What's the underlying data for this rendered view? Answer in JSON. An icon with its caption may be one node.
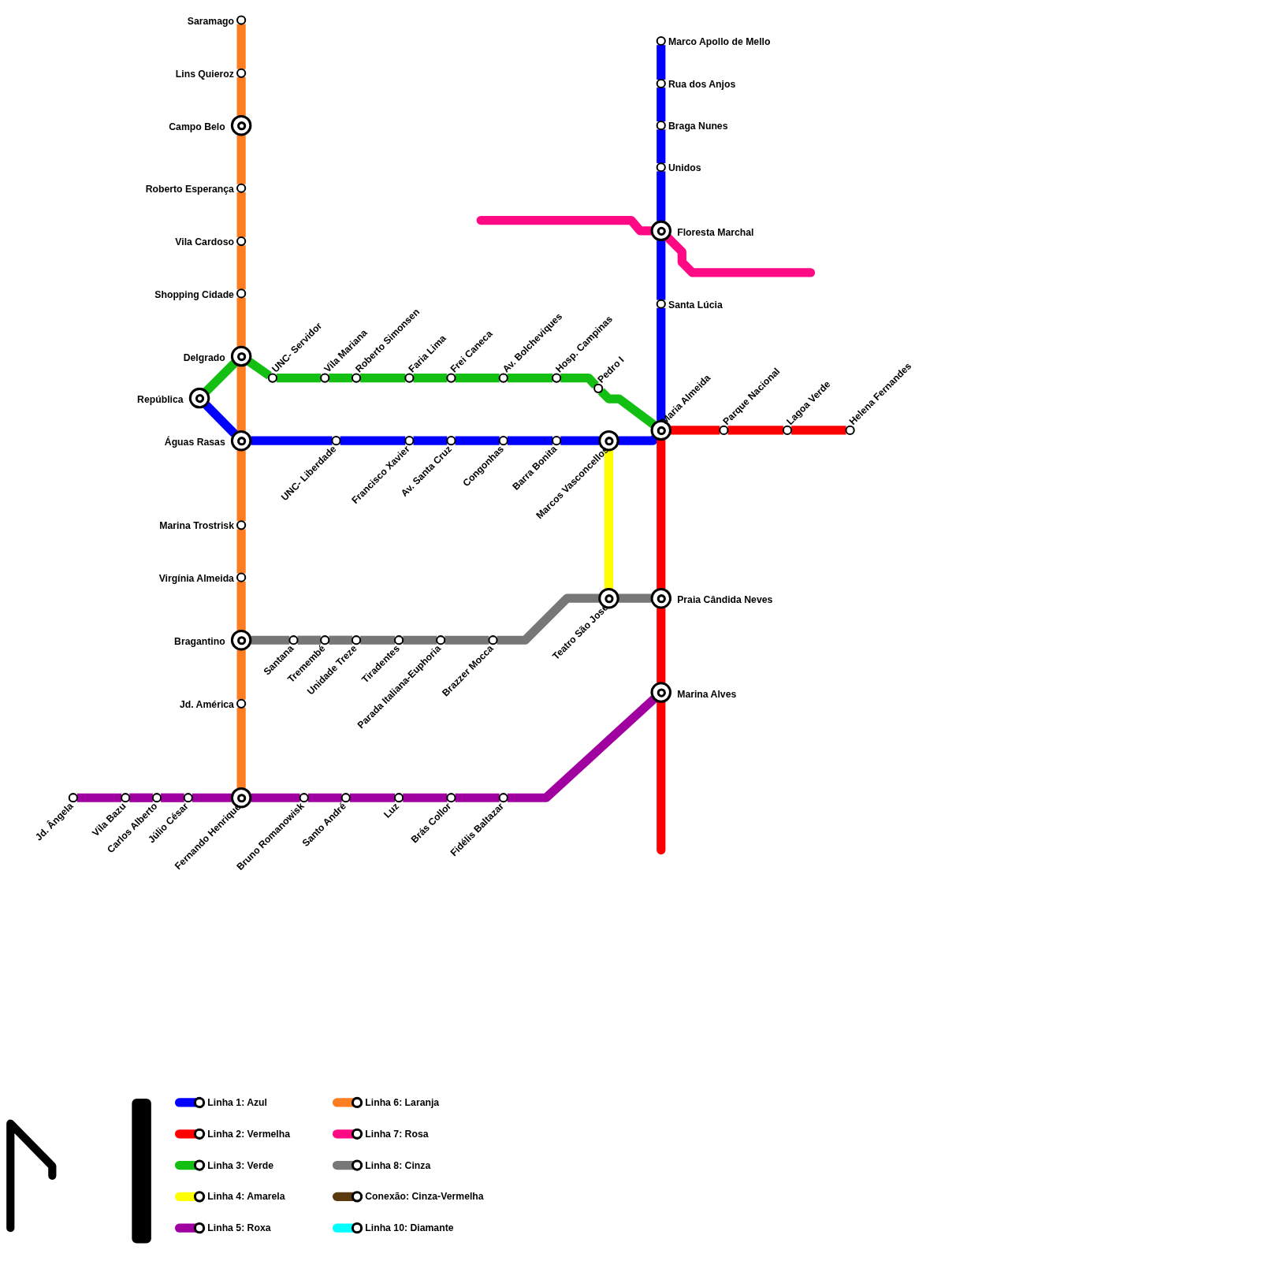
{
  "diagram": {
    "nodes": [
      {
        "text": [
          "Saramago"
        ]
      },
      {
        "text": [
          "Lins Quieroz"
        ]
      },
      {
        "text": [
          "Campo Belo"
        ]
      },
      {
        "text": [
          "Roberto Esperança"
        ]
      },
      {
        "text": [
          "Vila Cardoso"
        ]
      },
      {
        "text": [
          "Shopping Cidade"
        ]
      },
      {
        "text": [
          "Delgrado"
        ]
      },
      {
        "text": [
          "Águas Rasas"
        ]
      },
      {
        "text": [
          "Marina Trostrisk"
        ]
      },
      {
        "text": [
          "Virgínia Almeida"
        ]
      },
      {
        "text": [
          "Bragantino"
        ]
      },
      {
        "text": [
          "Jd. América"
        ]
      },
      {
        "text": [
          "Fernando Henrique"
        ]
      },
      {
        "text": [
          "República"
        ]
      },
      {
        "text": [
          "UNC- Servidor"
        ]
      },
      {
        "text": [
          "Vila Mariana"
        ]
      },
      {
        "text": [
          "Roberto Simonsen"
        ]
      },
      {
        "text": [
          "Faria Lima"
        ]
      },
      {
        "text": [
          "Frei Caneca"
        ]
      },
      {
        "text": [
          "Av. Bolcheviques"
        ]
      },
      {
        "text": [
          "Hosp. Campinas"
        ]
      },
      {
        "text": [
          "Pedro I"
        ]
      },
      {
        "text": [
          "Maria Almeida"
        ]
      },
      {
        "text": [
          "UNC- Liberdade"
        ]
      },
      {
        "text": [
          "Francisco Xavier"
        ]
      },
      {
        "text": [
          "Av. Santa Cruz"
        ]
      },
      {
        "text": [
          "Congonhas"
        ]
      },
      {
        "text": [
          "Barra Bonita"
        ]
      },
      {
        "text": [
          "Marcos Vasconcellos"
        ]
      },
      {
        "text": [
          "Santa Lúcia"
        ]
      },
      {
        "text": [
          "Floresta Marchal"
        ]
      },
      {
        "text": [
          "Unidos"
        ]
      },
      {
        "text": [
          "Braga Nunes"
        ]
      },
      {
        "text": [
          "Rua dos Anjos"
        ]
      },
      {
        "text": [
          "Marco Apollo de Mello"
        ]
      },
      {
        "text": [
          "Parque Nacional"
        ]
      },
      {
        "text": [
          "Lagoa Verde"
        ]
      },
      {
        "text": [
          "Helena Fernandes"
        ]
      },
      {
        "text": [
          "Praia Cândida Neves"
        ]
      },
      {
        "text": [
          "Marina Alves"
        ]
      },
      {
        "text": [
          "Santana"
        ]
      },
      {
        "text": [
          "Tremembé"
        ]
      },
      {
        "text": [
          "Unidade Treze"
        ]
      },
      {
        "text": [
          "Tiradentes"
        ]
      },
      {
        "text": [
          "Parada Italiana-Euphoria"
        ]
      },
      {
        "text": [
          "Brazzer Mocca"
        ]
      },
      {
        "text": [
          "Teatro São José"
        ]
      },
      {
        "text": [
          "Jd. Ângela"
        ]
      },
      {
        "text": [
          "Vila Bazu"
        ]
      },
      {
        "text": [
          "Carlos Alberto"
        ]
      },
      {
        "text": [
          "Júlio César"
        ]
      },
      {
        "text": [
          "Bruno Romanowisk"
        ]
      },
      {
        "text": [
          "Santo André"
        ]
      },
      {
        "text": [
          "Luz"
        ]
      },
      {
        "text": [
          "Brás Collor"
        ]
      },
      {
        "text": [
          "Fidélis Baltazar"
        ]
      }
    ],
    "edges": [
      {
        "from": 0,
        "to": 1,
        "arrow": "none",
        "color": "#fd7e22"
      },
      {
        "from": 1,
        "to": 2,
        "arrow": "none",
        "color": "#fd7e22"
      },
      {
        "from": 2,
        "to": 3,
        "arrow": "none",
        "color": "#fd7e22"
      },
      {
        "from": 3,
        "to": 4,
        "arrow": "none",
        "color": "#fd7e22"
      },
      {
        "from": 4,
        "to": 5,
        "arrow": "none",
        "color": "#fd7e22"
      },
      {
        "from": 5,
        "to": 6,
        "arrow": "none",
        "color": "#fd7e22"
      },
      {
        "from": 6,
        "to": 7,
        "arrow": "none",
        "color": "#fd7e22"
      },
      {
        "from": 7,
        "to": 8,
        "arrow": "none",
        "color": "#fd7e22"
      },
      {
        "from": 8,
        "to": 9,
        "arrow": "none",
        "color": "#fd7e22"
      },
      {
        "from": 9,
        "to": 10,
        "arrow": "none",
        "color": "#fd7e22"
      },
      {
        "from": 10,
        "to": 11,
        "arrow": "none",
        "color": "#fd7e22"
      },
      {
        "from": 11,
        "to": 12,
        "arrow": "none",
        "color": "#fd7e22"
      },
      {
        "from": 13,
        "to": 6,
        "arrow": "none",
        "color": "#12bf12"
      },
      {
        "from": 6,
        "to": 14,
        "arrow": "none",
        "color": "#12bf12"
      },
      {
        "from": 14,
        "to": 15,
        "arrow": "none",
        "color": "#12bf12"
      },
      {
        "from": 15,
        "to": 16,
        "arrow": "none",
        "color": "#12bf12"
      },
      {
        "from": 16,
        "to": 17,
        "arrow": "none",
        "color": "#12bf12"
      },
      {
        "from": 17,
        "to": 18,
        "arrow": "none",
        "color": "#12bf12"
      },
      {
        "from": 18,
        "to": 19,
        "arrow": "none",
        "color": "#12bf12"
      },
      {
        "from": 19,
        "to": 20,
        "arrow": "none",
        "color": "#12bf12"
      },
      {
        "from": 20,
        "to": 21,
        "arrow": "none",
        "color": "#12bf12"
      },
      {
        "from": 21,
        "to": 22,
        "arrow": "none",
        "color": "#12bf12"
      },
      {
        "from": 13,
        "to": 7,
        "arrow": "none",
        "color": "#0000ff"
      },
      {
        "from": 7,
        "to": 23,
        "arrow": "none",
        "color": "#0000ff"
      },
      {
        "from": 23,
        "to": 24,
        "arrow": "none",
        "color": "#0000ff"
      },
      {
        "from": 24,
        "to": 25,
        "arrow": "none",
        "color": "#0000ff"
      },
      {
        "from": 25,
        "to": 26,
        "arrow": "none",
        "color": "#0000ff"
      },
      {
        "from": 26,
        "to": 27,
        "arrow": "none",
        "color": "#0000ff"
      },
      {
        "from": 27,
        "to": 28,
        "arrow": "none",
        "color": "#0000ff"
      },
      {
        "from": 28,
        "to": 22,
        "arrow": "none",
        "color": "#0000ff"
      },
      {
        "from": 22,
        "to": 29,
        "arrow": "none",
        "color": "#0000ff"
      },
      {
        "from": 29,
        "to": 30,
        "arrow": "none",
        "color": "#0000ff"
      },
      {
        "from": 30,
        "to": 31,
        "arrow": "none",
        "color": "#0000ff"
      },
      {
        "from": 31,
        "to": 32,
        "arrow": "none",
        "color": "#0000ff"
      },
      {
        "from": 32,
        "to": 33,
        "arrow": "none",
        "color": "#0000ff"
      },
      {
        "from": 33,
        "to": 34,
        "arrow": "none",
        "color": "#0000ff"
      },
      {
        "from": 22,
        "to": 35,
        "arrow": "none",
        "color": "#ff0000"
      },
      {
        "from": 35,
        "to": 36,
        "arrow": "none",
        "color": "#ff0000"
      },
      {
        "from": 36,
        "to": 37,
        "arrow": "none",
        "color": "#ff0000"
      },
      {
        "from": 22,
        "to": 38,
        "arrow": "none",
        "color": "#ff0000"
      },
      {
        "from": 38,
        "to": 39,
        "arrow": "none",
        "color": "#ff0000"
      },
      {
        "from": 39,
        "to": null,
        "arrow": "none",
        "color": "#ff0000"
      },
      {
        "from": 28,
        "to": 46,
        "arrow": "none",
        "color": "#ffff00"
      },
      {
        "from": 10,
        "to": 40,
        "arrow": "none",
        "color": "#777777"
      },
      {
        "from": 40,
        "to": 41,
        "arrow": "none",
        "color": "#777777"
      },
      {
        "from": 41,
        "to": 42,
        "arrow": "none",
        "color": "#777777"
      },
      {
        "from": 42,
        "to": 43,
        "arrow": "none",
        "color": "#777777"
      },
      {
        "from": 43,
        "to": 44,
        "arrow": "none",
        "color": "#777777"
      },
      {
        "from": 44,
        "to": 45,
        "arrow": "none",
        "color": "#777777"
      },
      {
        "from": 45,
        "to": 46,
        "arrow": "none",
        "color": "#777777"
      },
      {
        "from": 46,
        "to": 38,
        "arrow": "none",
        "color": "#777777"
      },
      {
        "from": 47,
        "to": 48,
        "arrow": "none",
        "color": "#a000a0"
      },
      {
        "from": 48,
        "to": 49,
        "arrow": "none",
        "color": "#a000a0"
      },
      {
        "from": 49,
        "to": 50,
        "arrow": "none",
        "color": "#a000a0"
      },
      {
        "from": 50,
        "to": 12,
        "arrow": "none",
        "color": "#a000a0"
      },
      {
        "from": 12,
        "to": 51,
        "arrow": "none",
        "color": "#a000a0"
      },
      {
        "from": 51,
        "to": 52,
        "arrow": "none",
        "color": "#a000a0"
      },
      {
        "from": 52,
        "to": 53,
        "arrow": "none",
        "color": "#a000a0"
      },
      {
        "from": 53,
        "to": 54,
        "arrow": "none",
        "color": "#a000a0"
      },
      {
        "from": 54,
        "to": 55,
        "arrow": "none",
        "color": "#a000a0"
      },
      {
        "from": 55,
        "to": 39,
        "arrow": "none",
        "color": "#a000a0"
      },
      {
        "from": null,
        "to": 30,
        "arrow": "none",
        "color": "#ff0a84"
      },
      {
        "from": 30,
        "to": null,
        "arrow": "none",
        "color": "#ff0a84"
      }
    ],
    "legend": [
      {
        "text": "Linha 1: Azul",
        "color": "#0000ff"
      },
      {
        "text": "Linha 2: Vermelha",
        "color": "#ff0000"
      },
      {
        "text": "Linha 3: Verde",
        "color": "#12bf12"
      },
      {
        "text": "Linha 4: Amarela",
        "color": "#ffff00"
      },
      {
        "text": "Linha 5: Roxa",
        "color": "#a000a0"
      },
      {
        "text": "Linha 6: Laranja",
        "color": "#fd7e22"
      },
      {
        "text": "Linha 7: Rosa",
        "color": "#ff0a84"
      },
      {
        "text": "Linha 8: Cinza",
        "color": "#777777"
      },
      {
        "text": "Conexão: Cinza-Vermelha",
        "color": "#5c3a10"
      },
      {
        "text": "Linha 10: Diamante",
        "color": "#00ffff"
      }
    ]
  }
}
